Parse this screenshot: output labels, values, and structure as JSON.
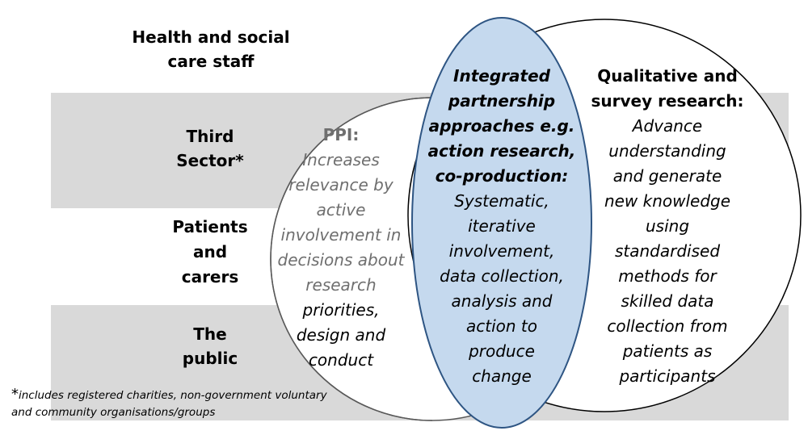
{
  "stakeholders": {
    "staff": [
      "Health and social",
      "care staff"
    ],
    "third_sector": [
      "Third",
      "Sector*"
    ],
    "patients": [
      "Patients",
      "and",
      "carers"
    ],
    "public": [
      "The",
      "public"
    ]
  },
  "ppi": {
    "heading": "PPI:",
    "lines": [
      "Increases",
      "relevance by",
      "active",
      "involvement in",
      "decisions about",
      "research"
    ],
    "lines_dark": [
      "priorities,",
      "design and",
      "conduct"
    ]
  },
  "integrated": {
    "heading": [
      "Integrated",
      "partnership",
      "approaches e.g.",
      "action research,",
      "co-production:"
    ],
    "lines": [
      "Systematic,",
      "iterative",
      "involvement,",
      "data collection,",
      "analysis and",
      "action to",
      "produce",
      "change"
    ]
  },
  "qualitative": {
    "heading": [
      "Qualitative and",
      "survey research:"
    ],
    "lines": [
      "Advance",
      "understanding",
      "and generate",
      "new knowledge",
      "using",
      "standardised",
      "methods for",
      "skilled data",
      "collection from",
      "patients as",
      "participants"
    ]
  },
  "footnote": {
    "star": "*",
    "line1": "includes registered charities, non-government voluntary",
    "line2": "and community organisations/groups"
  },
  "colors": {
    "band": "#d9d9d9",
    "ellipse_fill": "#c5d9ee",
    "ellipse_stroke": "#2e5583",
    "circle_stroke": "#000000",
    "ppi_circle_stroke": "#595959",
    "ppi_text": "#6f6f6f"
  }
}
